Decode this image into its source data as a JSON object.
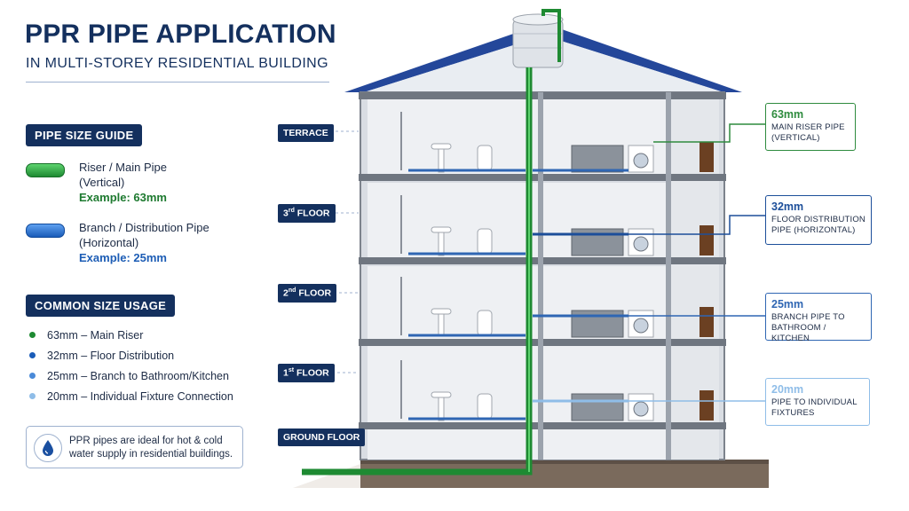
{
  "header": {
    "title": "PPR PIPE APPLICATION",
    "subtitle": "IN MULTI-STOREY RESIDENTIAL BUILDING"
  },
  "guide": {
    "heading": "PIPE SIZE GUIDE",
    "riser": {
      "line1": "Riser / Main Pipe",
      "line2": "(Vertical)",
      "example": "Example: 63mm"
    },
    "branch": {
      "line1": "Branch / Distribution Pipe",
      "line2": "(Horizontal)",
      "example": "Example: 25mm"
    }
  },
  "usage": {
    "heading": "COMMON SIZE USAGE",
    "items": [
      {
        "text": "63mm – Main Riser",
        "color": "#1e8a32"
      },
      {
        "text": "32mm – Floor Distribution",
        "color": "#1a5cb8"
      },
      {
        "text": "25mm – Branch to Bathroom/Kitchen",
        "color": "#4a8ad8"
      },
      {
        "text": "20mm – Individual Fixture Connection",
        "color": "#8fbde8"
      }
    ]
  },
  "note": {
    "text": "PPR pipes are ideal for hot & cold water supply in residential buildings."
  },
  "floors": {
    "terrace": "TERRACE",
    "third_num": "3",
    "third_sup": "rd",
    "third_rest": " FLOOR",
    "second_num": "2",
    "second_sup": "nd",
    "second_rest": " FLOOR",
    "first_num": "1",
    "first_sup": "st",
    "first_rest": " FLOOR",
    "ground": "GROUND FLOOR"
  },
  "callouts": {
    "c63": {
      "size": "63mm",
      "line1": "MAIN RISER PIPE",
      "line2": "(VERTICAL)",
      "color": "#2e8b3e"
    },
    "c32": {
      "size": "32mm",
      "line1": "FLOOR DISTRIBUTION",
      "line2": "PIPE (HORIZONTAL)",
      "color": "#1d4f9a"
    },
    "c25": {
      "size": "25mm",
      "line1": "BRANCH PIPE TO",
      "line2": "BATHROOM / KITCHEN",
      "color": "#2f66b3"
    },
    "c20": {
      "size": "20mm",
      "line1": "PIPE TO INDIVIDUAL",
      "line2": "FIXTURES",
      "color": "#8fbde8"
    }
  },
  "colors": {
    "navy": "#14305e",
    "green": "#1e8a32",
    "blue": "#1a5cb8",
    "light_blue": "#8fbde8"
  }
}
